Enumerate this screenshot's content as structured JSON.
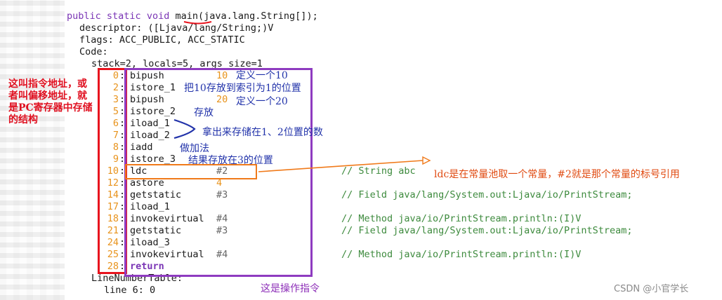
{
  "header": {
    "kw1": "public",
    "kw2": "static",
    "kw3": "void",
    "method": "main(",
    "sig_rest": "java.lang.String[]);",
    "descriptor": "descriptor: ([Ljava/lang/String;)V",
    "flags": "flags: ACC_PUBLIC, ACC_STATIC",
    "code": "Code:",
    "stack_line": "stack=2, locals=5, args_size=1"
  },
  "instructions": [
    {
      "offset": "0",
      "opcode": "bipush",
      "operand": "10",
      "comment": ""
    },
    {
      "offset": "2",
      "opcode": "istore_1",
      "operand": "",
      "comment": ""
    },
    {
      "offset": "3",
      "opcode": "bipush",
      "operand": "20",
      "comment": ""
    },
    {
      "offset": "5",
      "opcode": "istore_2",
      "operand": "",
      "comment": ""
    },
    {
      "offset": "6",
      "opcode": "iload_1",
      "operand": "",
      "comment": ""
    },
    {
      "offset": "7",
      "opcode": "iload_2",
      "operand": "",
      "comment": ""
    },
    {
      "offset": "8",
      "opcode": "iadd",
      "operand": "",
      "comment": ""
    },
    {
      "offset": "9",
      "opcode": "istore_3",
      "operand": "",
      "comment": ""
    },
    {
      "offset": "10",
      "opcode": "ldc",
      "operand": "#2",
      "comment": "// String abc"
    },
    {
      "offset": "12",
      "opcode": "astore",
      "operand": "4",
      "comment": ""
    },
    {
      "offset": "14",
      "opcode": "getstatic",
      "operand": "#3",
      "comment": "// Field java/lang/System.out:Ljava/io/PrintStream;"
    },
    {
      "offset": "17",
      "opcode": "iload_1",
      "operand": "",
      "comment": ""
    },
    {
      "offset": "18",
      "opcode": "invokevirtual",
      "operand": "#4",
      "comment": "// Method java/io/PrintStream.println:(I)V"
    },
    {
      "offset": "21",
      "opcode": "getstatic",
      "operand": "#3",
      "comment": "// Field java/lang/System.out:Ljava/io/PrintStream;"
    },
    {
      "offset": "24",
      "opcode": "iload_3",
      "operand": "",
      "comment": ""
    },
    {
      "offset": "25",
      "opcode": "invokevirtual",
      "operand": "#4",
      "comment": "// Method java/io/PrintStream.println:(I)V"
    },
    {
      "offset": "28",
      "opcode": "return",
      "operand": "",
      "comment": ""
    }
  ],
  "footer": {
    "lnt": "LineNumberTable:",
    "line6": "line 6: 0"
  },
  "annotations": {
    "addr": "这叫指令地址，或者叫偏移地址，就是PC寄存器中存储的结构",
    "a0": "定义一个10",
    "a1": "把10存放到索引为1的位置",
    "a2": "定义一个20",
    "a3": "存放",
    "a4": "拿出来存储在1、2位置的数",
    "a5": "做加法",
    "a6": "结果存放在3的位置",
    "ldc": "ldc是在常量池取一个常量，#2就是那个常量的标号引用",
    "ops": "这是操作指令"
  },
  "watermark": "CSDN @小官学长",
  "colors": {
    "red_box": "#e8141e",
    "purple_box": "#8e3bc0",
    "orange_box": "#f07a1a"
  }
}
